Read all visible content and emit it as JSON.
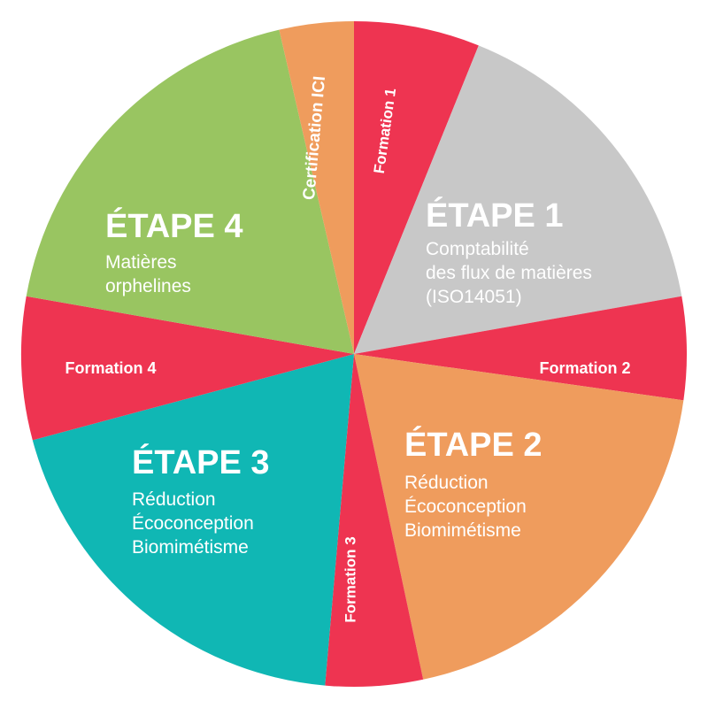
{
  "colors": {
    "red": "#ee3451",
    "gray": "#c8c8c8",
    "orange": "#ef9c5d",
    "teal": "#10b7b4",
    "green": "#99c561"
  },
  "segments": [
    {
      "id": "formation-1",
      "color": "#ee3451"
    },
    {
      "id": "etape-1",
      "color": "#c8c8c8"
    },
    {
      "id": "formation-2",
      "color": "#ee3451"
    },
    {
      "id": "etape-2",
      "color": "#ef9c5d"
    },
    {
      "id": "formation-3",
      "color": "#ee3451"
    },
    {
      "id": "etape-3",
      "color": "#10b7b4"
    },
    {
      "id": "formation-4",
      "color": "#ee3451"
    },
    {
      "id": "etape-4",
      "color": "#99c561"
    },
    {
      "id": "certification",
      "color": "#ef9c5d"
    }
  ],
  "etape1": {
    "title": "ÉTAPE 1",
    "lines": [
      "Comptabilité",
      "des flux de matières",
      "(ISO14051)"
    ]
  },
  "etape2": {
    "title": "ÉTAPE 2",
    "lines": [
      "Réduction",
      "Écoconception",
      "Biomimétisme"
    ]
  },
  "etape3": {
    "title": "ÉTAPE 3",
    "lines": [
      "Réduction",
      "Écoconception",
      "Biomimétisme"
    ]
  },
  "etape4": {
    "title": "ÉTAPE 4",
    "lines": [
      "Matières",
      "orphelines"
    ]
  },
  "formations": {
    "f1": "Formation 1",
    "f2": "Formation 2",
    "f3": "Formation 3",
    "f4": "Formation 4"
  },
  "certification": "Certification ICI"
}
